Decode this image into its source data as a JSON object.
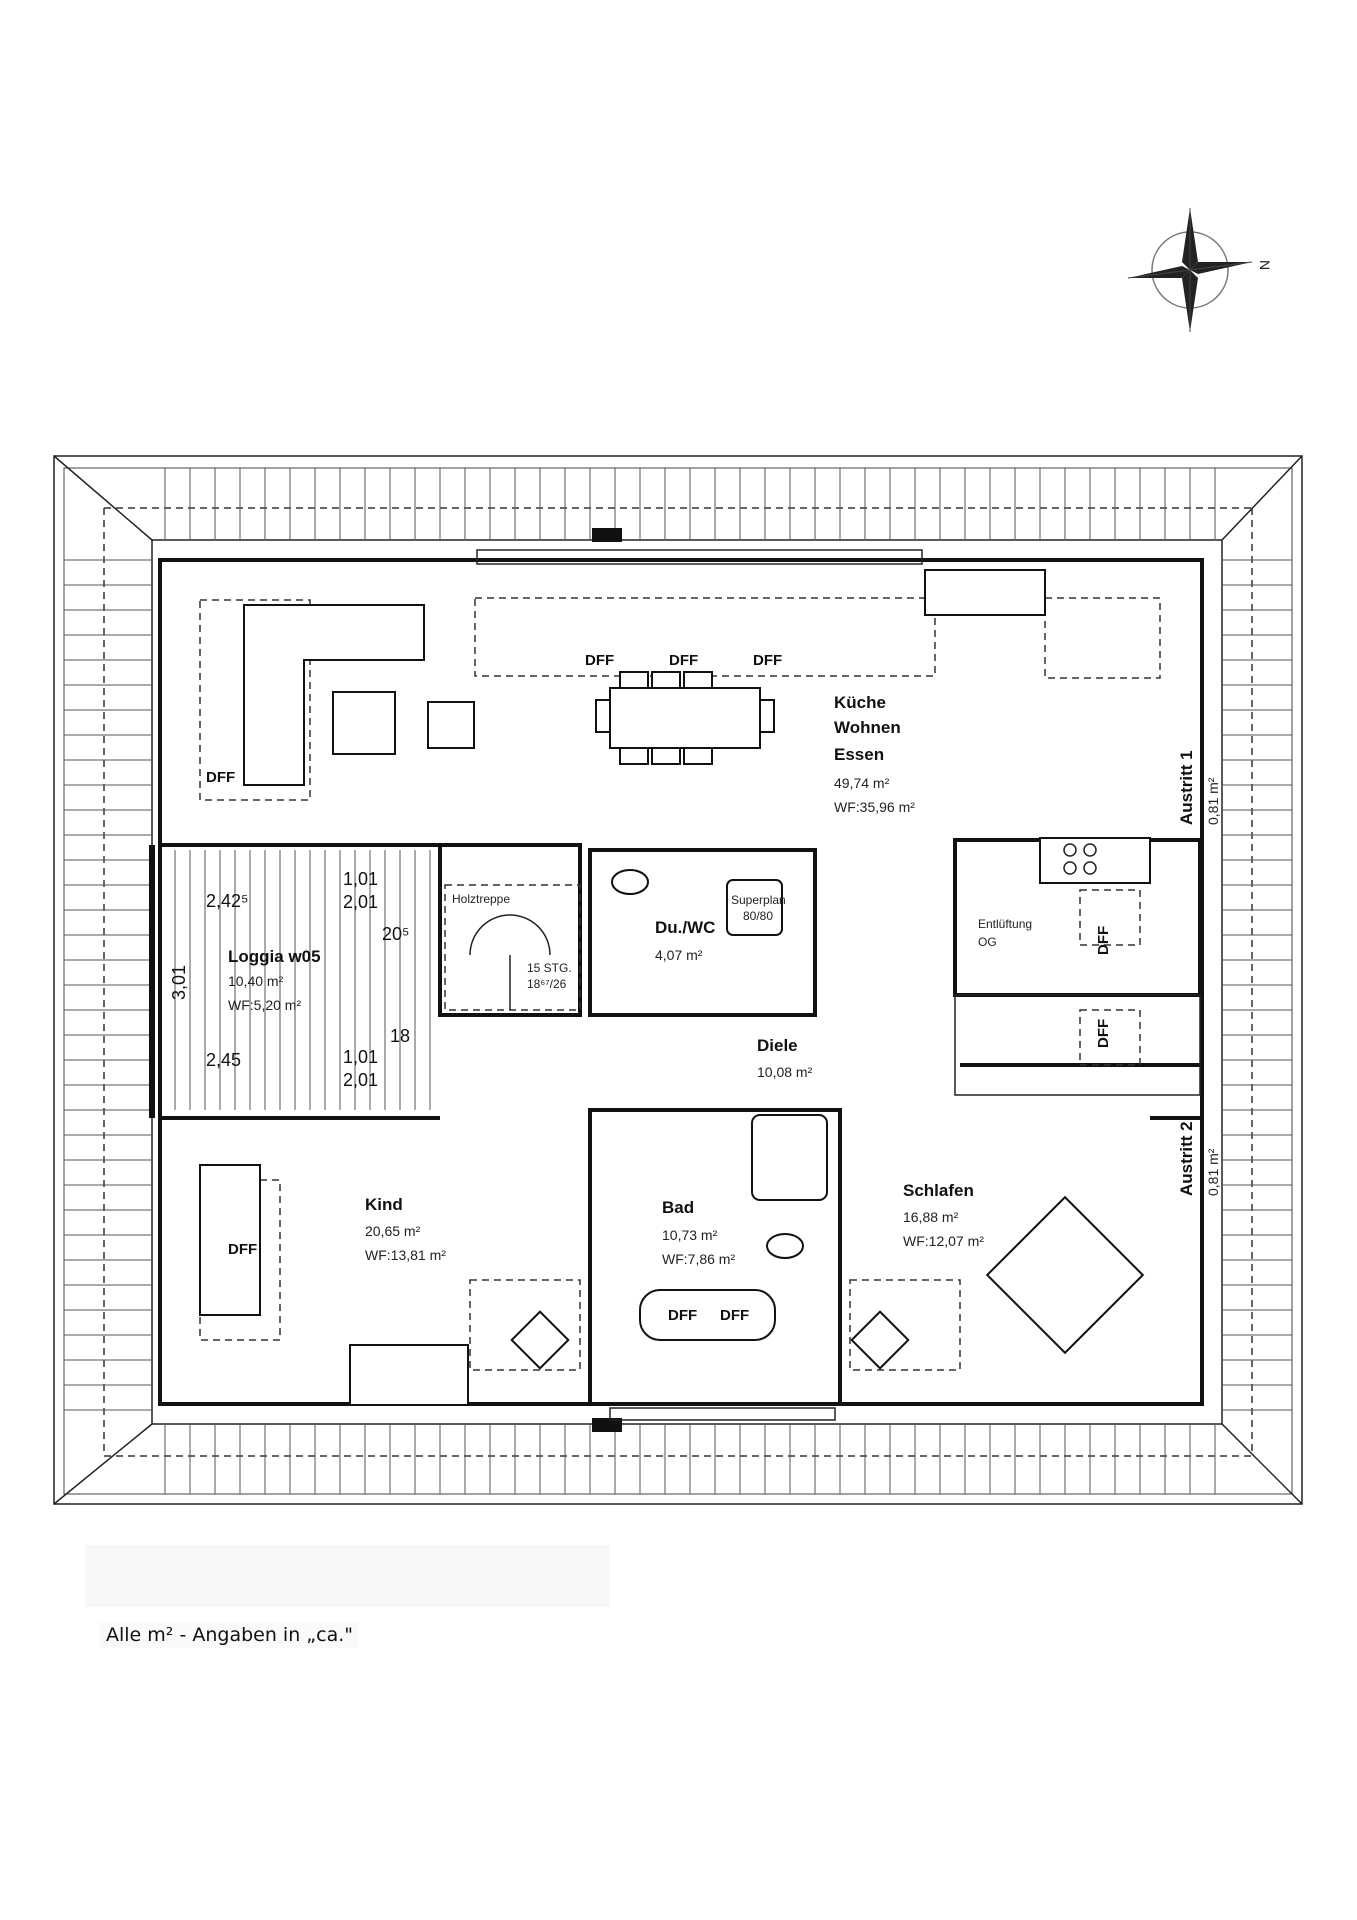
{
  "compass": {
    "north_label": "N",
    "icon": "compass-rose-icon"
  },
  "rooms": {
    "kueche": {
      "name_line1": "Küche",
      "name_line2": "Wohnen",
      "name_line3": "Essen",
      "area": "49,74 m²",
      "wf": "WF:35,96 m²"
    },
    "loggia": {
      "name": "Loggia w05",
      "area": "10,40 m²",
      "wf": "WF:5,20 m²"
    },
    "duwc": {
      "name": "Du./WC",
      "area": "4,07 m²",
      "shower_label": "Superplan",
      "shower_size": "80/80"
    },
    "diele": {
      "name": "Diele",
      "area": "10,08 m²"
    },
    "kind": {
      "name": "Kind",
      "area": "20,65 m²",
      "wf": "WF:13,81 m²"
    },
    "bad": {
      "name": "Bad",
      "area": "10,73 m²",
      "wf": "WF:7,86 m²"
    },
    "schlafen": {
      "name": "Schlafen",
      "area": "16,88 m²",
      "wf": "WF:12,07 m²"
    },
    "entlueftung": {
      "line1": "Entlüftung",
      "line2": "OG"
    },
    "austritt1": {
      "name": "Austritt 1",
      "area": "0,81 m²"
    },
    "austritt2": {
      "name": "Austritt 2",
      "area": "0,81 m²"
    }
  },
  "stairs": {
    "label": "Holztreppe",
    "steps": "15 STG.",
    "ratio": "18⁶⁷/26"
  },
  "skylight_label": "DFF",
  "dimensions": {
    "loggia_top_width": "2,42⁵",
    "loggia_bottom_width": "2,45",
    "loggia_height": "3,01",
    "door_top_w": "1,01",
    "door_top_h": "2,01",
    "door_bottom_w": "1,01",
    "door_bottom_h": "2,01",
    "wall_top": "20⁵",
    "wall_bottom": "18"
  },
  "footnote": "Alle m² - Angaben in „ca.\""
}
